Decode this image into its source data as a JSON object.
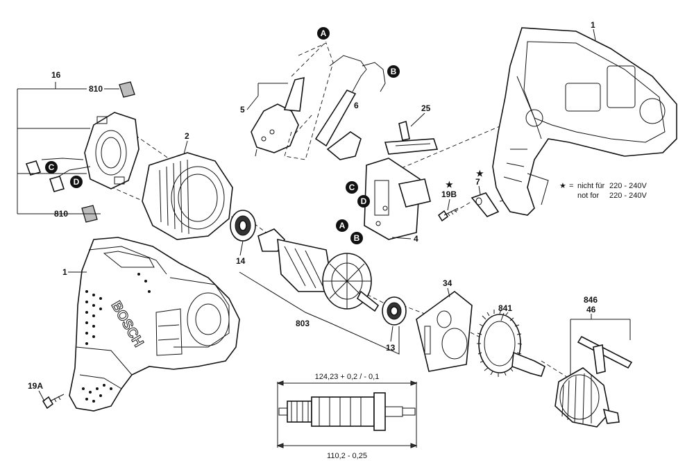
{
  "labels": {
    "housing_half_top": "1",
    "housing_full": "1",
    "field": "2",
    "switch": "4",
    "cable_5": "5",
    "cable_6": "6",
    "item_7": "7",
    "bearing_13": "13",
    "bearing_14": "14",
    "brush_holder": "16",
    "screw_19a": "19A",
    "screw_19b": "19B",
    "plate_25": "25",
    "plate_34": "34",
    "chuck_46": "46",
    "armature": "803",
    "brush_top": "810",
    "brush_bottom": "810",
    "gear": "841",
    "key": "846"
  },
  "connectors": [
    "A",
    "B",
    "C",
    "D"
  ],
  "badges": {
    "A_top": "A",
    "B_top": "B",
    "C_left": "C",
    "D_left": "D",
    "C_switch": "C",
    "D_switch": "D",
    "A_switch": "A",
    "B_switch": "B"
  },
  "legend": {
    "star": "★",
    "eq": "=",
    "line1_text": "nicht für",
    "line1_value": "220 - 240V",
    "line2_text": "not for",
    "line2_value": "220 - 240V"
  },
  "dimensions": {
    "top": "124,23 + 0,2 / - 0,1",
    "bottom": "110,2 - 0,25"
  },
  "brand_text": "BOSCH",
  "colors": {
    "ink": "#111111",
    "badge": "#111111",
    "paper": "#ffffff"
  }
}
